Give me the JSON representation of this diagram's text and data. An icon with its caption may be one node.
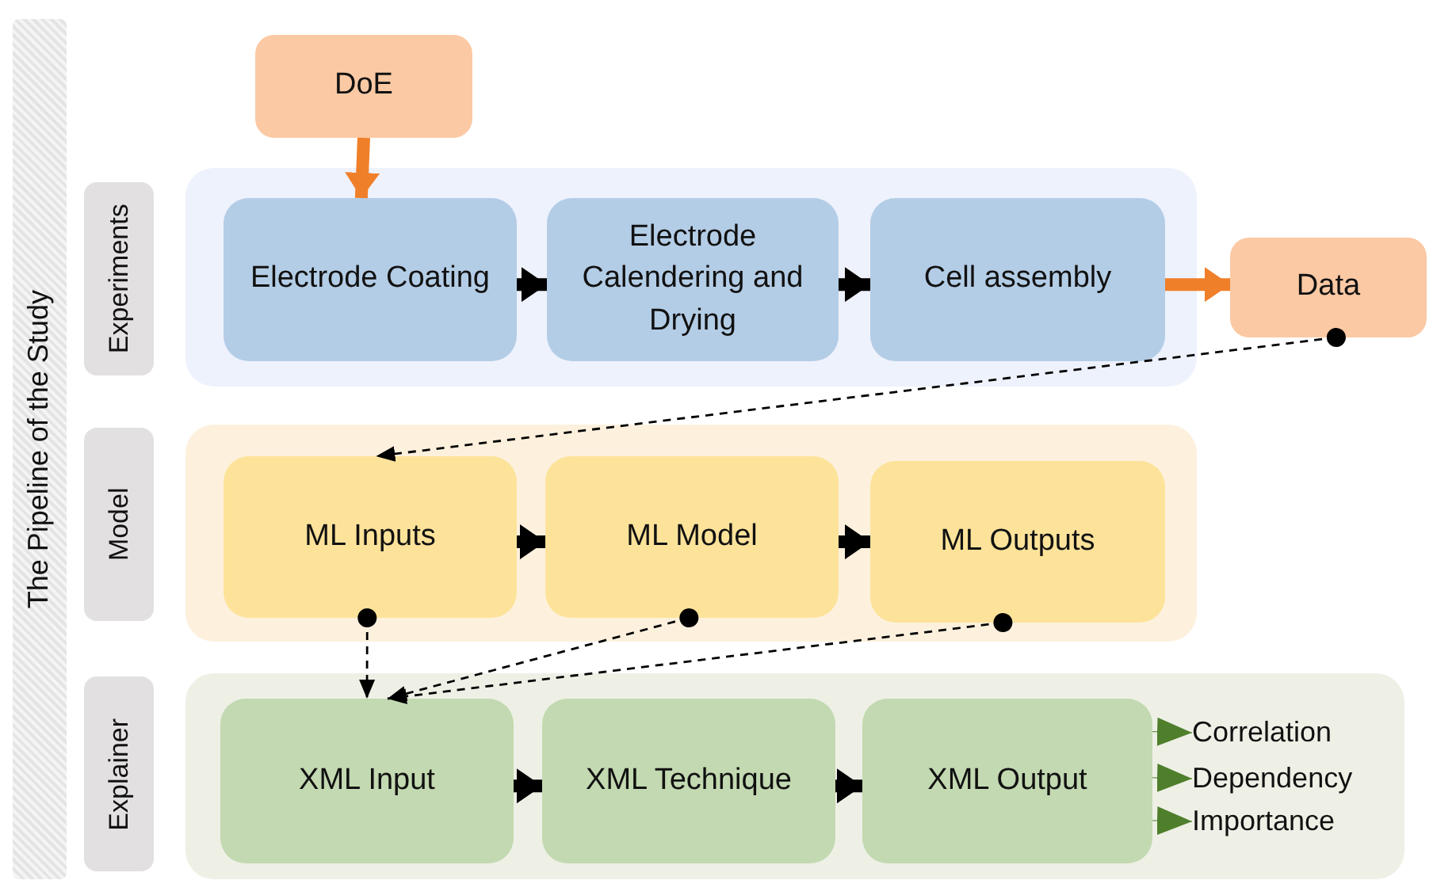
{
  "diagram": {
    "nodes": [
      {
        "text": [
          "The Pipeline of the Study"
        ]
      },
      {
        "text": [
          "Experiments"
        ]
      },
      {
        "text": [
          "DoE"
        ]
      },
      {
        "text": [],
        "shape": "box"
      },
      {
        "text": [
          "Electrode Coating"
        ],
        "in": 3
      },
      {
        "text": [
          "Electrode Calendering and Drying"
        ],
        "in": 3
      },
      {
        "text": [
          "Cell assembly"
        ],
        "in": 3
      },
      {
        "text": [
          "Data"
        ]
      },
      {
        "text": [
          "Model"
        ]
      },
      {
        "text": [],
        "shape": "box"
      },
      {
        "text": [
          "ML Inputs"
        ],
        "in": 9
      },
      {
        "text": [
          "ML Model"
        ],
        "in": 9
      },
      {
        "text": [
          "ML Outputs"
        ],
        "in": 9
      },
      {
        "text": [
          "Explainer"
        ]
      },
      {
        "text": [],
        "shape": "box"
      },
      {
        "text": [
          "XML Input"
        ],
        "in": 14
      },
      {
        "text": [
          "XML Technique"
        ],
        "in": 14
      },
      {
        "text": [
          "XML Output"
        ],
        "in": 14
      },
      {
        "text": [
          "Correlation"
        ],
        "in": 14
      },
      {
        "text": [
          "Dependency"
        ],
        "in": 14
      },
      {
        "text": [
          "Importance"
        ],
        "in": 14
      }
    ],
    "edges": [
      {
        "from": 2,
        "to": 4,
        "arrow": "to",
        "color": "#f07f2a"
      },
      {
        "from": 4,
        "to": 5,
        "arrow": "to"
      },
      {
        "from": 5,
        "to": 6,
        "arrow": "to"
      },
      {
        "from": 6,
        "to": 7,
        "arrow": "to",
        "color": "#f07f2a"
      },
      {
        "from": 7,
        "to": 10,
        "arrow": "to",
        "style": "dashed"
      },
      {
        "from": 10,
        "to": 11,
        "arrow": "to"
      },
      {
        "from": 11,
        "to": 12,
        "arrow": "to"
      },
      {
        "from": 10,
        "to": 15,
        "arrow": "to",
        "style": "dashed"
      },
      {
        "from": 11,
        "to": 15,
        "arrow": "to",
        "style": "dashed"
      },
      {
        "from": 12,
        "to": 15,
        "arrow": "to",
        "style": "dashed"
      },
      {
        "from": 15,
        "to": 16,
        "arrow": "to"
      },
      {
        "from": 16,
        "to": 17,
        "arrow": "to"
      },
      {
        "from": 17,
        "to": 18,
        "arrow": "to",
        "color": "#4f7f2c"
      },
      {
        "from": 17,
        "to": 19,
        "arrow": "to",
        "color": "#4f7f2c"
      },
      {
        "from": 17,
        "to": 20,
        "arrow": "to",
        "color": "#4f7f2c"
      }
    ]
  }
}
